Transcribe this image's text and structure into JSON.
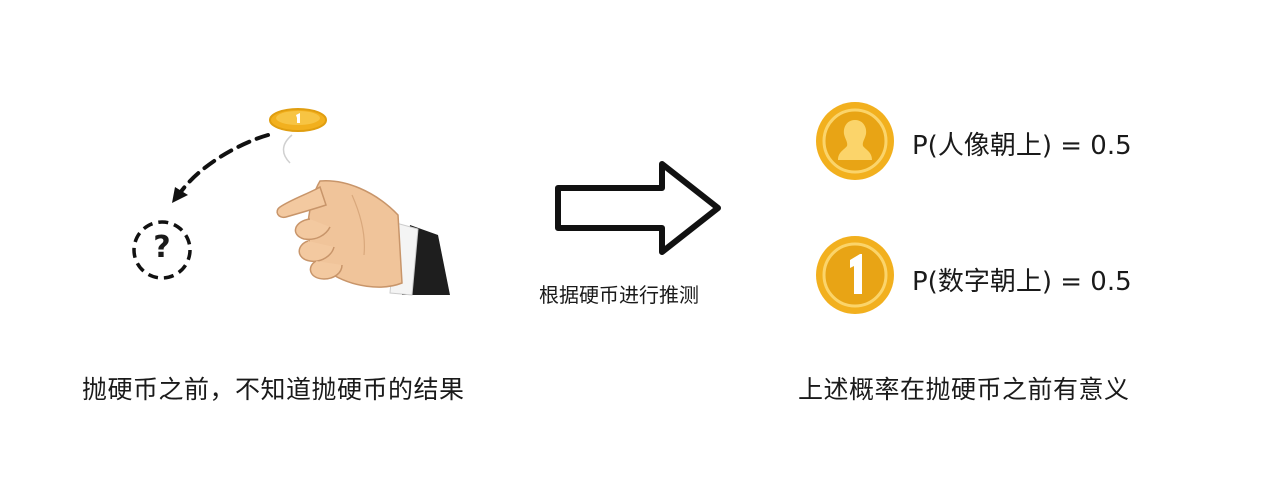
{
  "left": {
    "question_mark": "?",
    "caption": "抛硬币之前，不知道抛硬币的结果"
  },
  "middle": {
    "arrow_label": "根据硬币进行推测"
  },
  "right": {
    "outcomes": [
      {
        "coin_face": "portrait",
        "label": "P(人像朝上) = 0.5"
      },
      {
        "coin_face": "1",
        "label": "P(数字朝上) = 0.5"
      }
    ],
    "caption": "上述概率在抛硬币之前有意义"
  },
  "colors": {
    "gold": "#f2b01e",
    "gold_dark": "#d99a10",
    "gold_light": "#fbd46a"
  },
  "icons": [
    "flying-coin-icon",
    "hand-icon",
    "dashed-arrow-icon",
    "question-circle-icon",
    "outline-arrow-icon",
    "portrait-coin-icon",
    "number-coin-icon"
  ]
}
